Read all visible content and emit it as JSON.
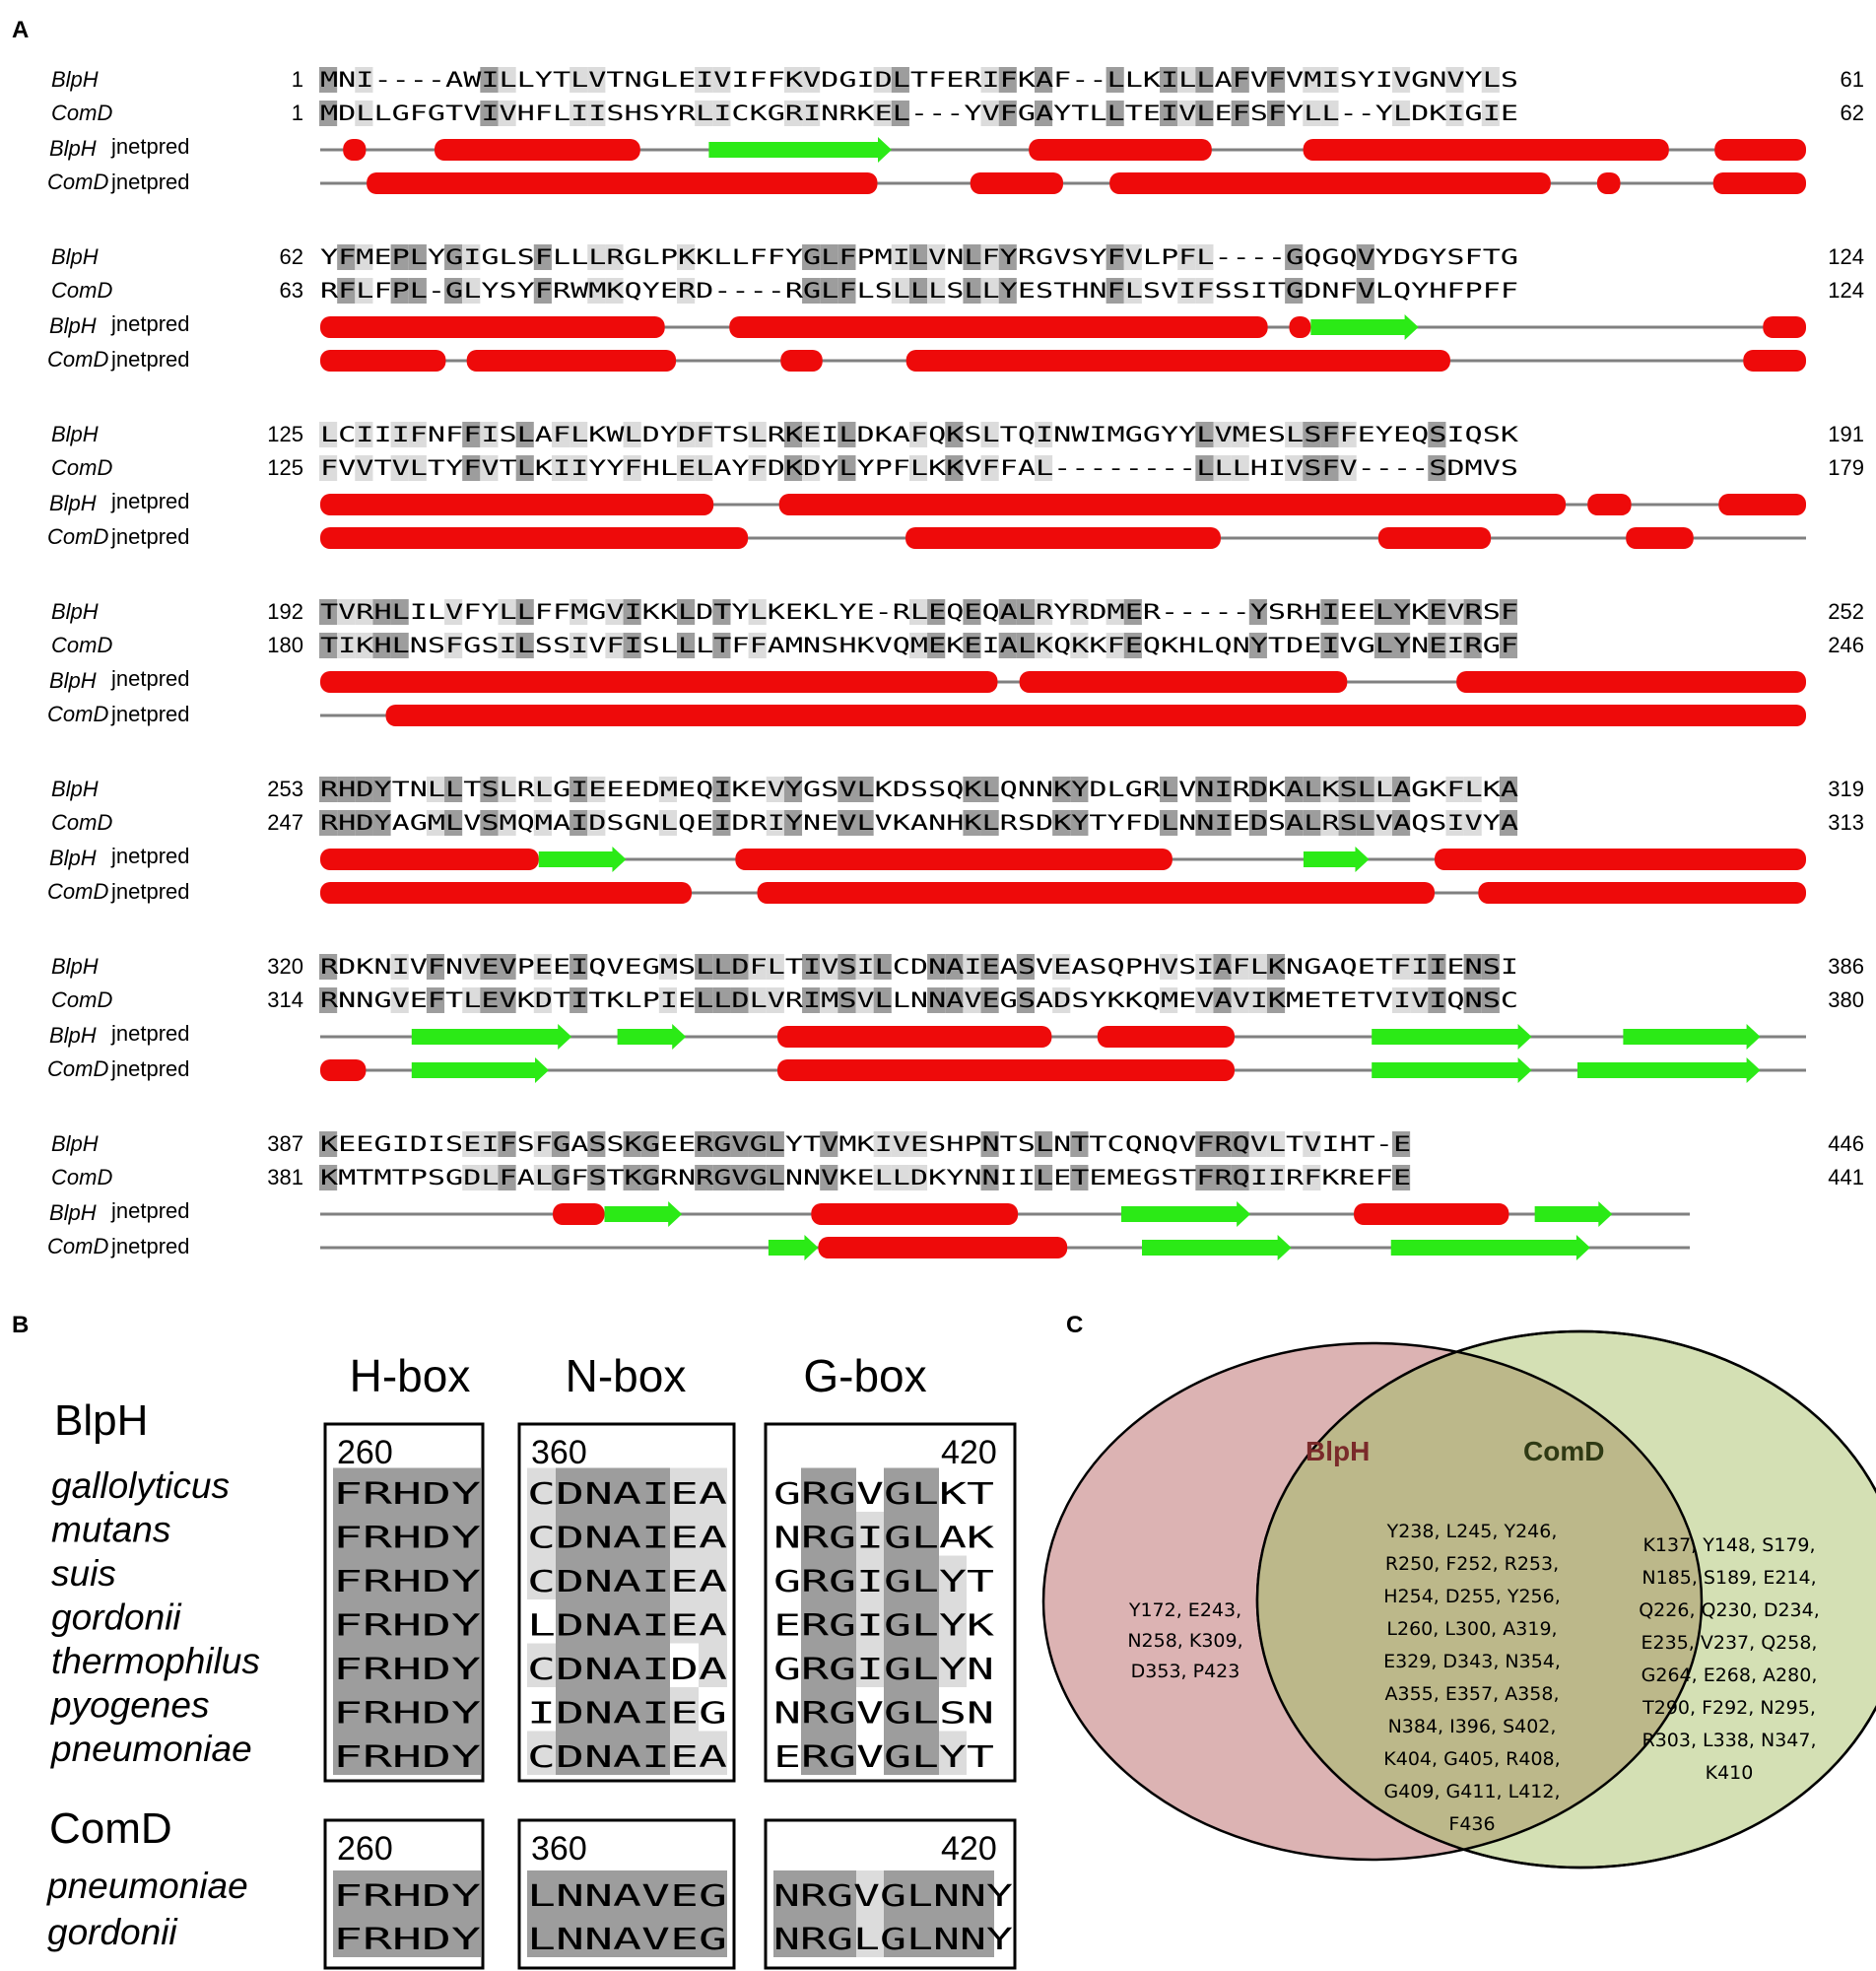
{
  "panels": {
    "a": {
      "label": "A",
      "jnet_word": "jnetpred",
      "blocks": [
        {
          "names": [
            "BlpH",
            "ComD"
          ],
          "starts": [
            "1",
            "1"
          ],
          "ends": [
            "61",
            "62"
          ],
          "seqs": [
            "MNI----AWILLYTLVTNGLEIVIFFKVDGIDLTFERIFKAF--LLKILLAFVFVMISYIVGNVYLS",
            "MDLLGFGTVIVHFLIISHSYRLICKGRINRKEL---YVFGAYTLLTEIVLEFSFYLL--YLDKIGIE"
          ],
          "blp_pred": "-H---HHHHHHHHH---EEEEEEEE------HHHHHHHH----HHHHHHHHHHHHHHHH--HHHH",
          "com_pred": "--HHHHHHHHHHHHHHHHHHHHHH----HHHH--HHHHHHHHHHHHHHHHHHH--H----HHHH"
        },
        {
          "names": [
            "BlpH",
            "ComD"
          ],
          "starts": [
            "62",
            "63"
          ],
          "ends": [
            "124",
            "124"
          ],
          "seqs": [
            "YFMEPLYGIGLSFLLLRGLPKKLLFFYGLFPMILVNLFYRGVSYFVLPFL----GQGQVYDGYSFTG",
            "RFLFPL-GLYSYFRWMKQYERD----RGLFLSLLLSLLYESTHNFLSVIFSSITGDNFVLQYHFPFF"
          ],
          "blp_pred": "HHHHHHHHHHHHHHHH---HHHHHHHHHHHHHHHHHHHHHHHHH-HEEEEE----------------HH",
          "com_pred": "HHHHHH-HHHHHHHHHH-----HH----HHHHHHHHHHHHHHHHHHHHHHHHHH--------------HHH"
        },
        {
          "names": [
            "BlpH",
            "ComD"
          ],
          "starts": [
            "125",
            "125"
          ],
          "ends": [
            "191",
            "179"
          ],
          "seqs": [
            "LCIIIFNFFISLAFLKWLDYDFTSLRKEILDKAFQKSLTQINWIMGGYYLVMESLSFFEYEQSIQSK",
            "FVVTVLTYFVTLKIIYYFHLELAYFDKDYLYPFLKKVFFAL--------LLLHIVSFV----SDMVS"
          ],
          "blp_pred": "HHHHHHHHHHHHHHHHHH---HHHHHHHHHHHHHHHHHHHHHHHHHHHHHHHHHHHH-HH----HHHH",
          "com_pred": "HHHHHHHHHHHHHHHHHHH-------HHHHHHHHHHHHHH-------HHHHH------HHH-----"
        },
        {
          "names": [
            "BlpH",
            "ComD"
          ],
          "starts": [
            "192",
            "180"
          ],
          "ends": [
            "252",
            "246"
          ],
          "seqs": [
            "TVRHLILVFYLLFFMGVIKKLDTYLKEKLYE-RLEQEQALRYRDMER-----YSRHIEELYKEVRSF",
            "TIKHLNSFGSILSSIVFISLLLTFFAMNSHKVQMEKEIALKQKKFEQKHLQNYTDEIVGLYNEIRGF"
          ],
          "blp_pred": "HHHHHHHHHHHHHHHHHHHHHHHHHHHHHHH-HHHHHHHHHHHHHHH-----HHHHHHHHHHHHHHHH",
          "com_pred": "---HHHHHHHHHHHHHHHHHHHHHHHHHHHHHHHHHHHHHHHHHHHHHHHHHHHHHHHHHHHHHHHHH"
        },
        {
          "names": [
            "BlpH",
            "ComD"
          ],
          "starts": [
            "253",
            "247"
          ],
          "ends": [
            "319",
            "313"
          ],
          "seqs": [
            "RHDYTNLLTSLRLGIEEEDMEQIKEVYGSVLKDSSQKLQNNKYDLGRLVNIRDKALKSLLAGKFLKA",
            "RHDYAGMLVSMQMAIDSGNLQEIDRIYNEVLVKANHKLRSDKYTYFDLNNIEDSALRSLVAQSIVYA"
          ],
          "blp_pred": "HHHHHHHHHHEEEE-----HHHHHHHHHHHHHHHHHHHH------EEE---HHHHHHHHHHHHHHHHH",
          "com_pred": "HHHHHHHHHHHHHHHHH---HHHHHHHHHHHHHHHHHHHHHHHHHHHHHHH--HHHHHHHHHHHHHHH"
        },
        {
          "names": [
            "BlpH",
            "ComD"
          ],
          "starts": [
            "320",
            "314"
          ],
          "ends": [
            "386",
            "380"
          ],
          "seqs": [
            "RDKNIVFNVEVPEEIQVEGMSLLDFLTIVSILCDNAIEASVEASQPHVSIAFLKNGAQETFIIENSI",
            "RNNGVEFTLEVKDTITKLPIELLDLVRIMSVLLNNAVEGSADSYKKQMEVAVIKMETETVIVIQNSC"
          ],
          "blp_pred": "----EEEEEEE--EEE----HHHHHHHHHHHH--HHHHHH------EEEEEEE----EEEEEE--",
          "com_pred": "HH--EEEEEE----------HHHHHHHHHHHHHHHHHHHH------EEEEEEE--EEEEEEEE--"
        },
        {
          "names": [
            "BlpH",
            "ComD"
          ],
          "starts": [
            "387",
            "381"
          ],
          "ends": [
            "446",
            "441"
          ],
          "seqs": [
            "KEEGIDISEIFSFGASSKGEERGVGLYTVMKIVESHPNTSLNTTCQNQVFRQVLTVIHT-E",
            "KMTMTPSGDLFALGFSTKGRNRGVGLNNVKELLDKYNNIILETEMEGSTFRQIIRFKREFE"
          ],
          "blp_pred": "---------HHEEE-----HHHHHHHH----EEEEE----HHHHHH-EEE---",
          "com_pred": "------------------EEHHHHHHHHHH---EEEEEE----EEEEEEEE----"
        }
      ]
    },
    "b": {
      "label": "B",
      "box_titles": [
        "H-box",
        "N-box",
        "G-box"
      ],
      "blph_title": "BlpH",
      "comd_title": "ComD",
      "tick_labels": [
        "260",
        "360",
        "420"
      ],
      "blph_species": [
        "gallolyticus",
        "mutans",
        "suis",
        "gordonii",
        "thermophilus",
        "pyogenes",
        "pneumoniae"
      ],
      "comd_species": [
        "pneumoniae",
        "gordonii"
      ],
      "blph_rows": [
        [
          "FRHDY",
          "CDNAIEA",
          "GRGVGLKT"
        ],
        [
          "FRHDY",
          "CDNAIEA",
          "NRGIGLAK"
        ],
        [
          "FRHDY",
          "CDNAIEA",
          "GRGIGLYT"
        ],
        [
          "FRHDY",
          "LDNAIEA",
          "ERGIGLYK"
        ],
        [
          "FRHDY",
          "CDNAIDA",
          "GRGIGLYN"
        ],
        [
          "FRHDY",
          "IDNAIEG",
          "NRGVGLSN"
        ],
        [
          "FRHDY",
          "CDNAIEA",
          "ERGVGLYT"
        ]
      ],
      "comd_rows": [
        [
          "FRHDY",
          "LNNAVEG",
          "NRGVGLNNY"
        ],
        [
          "FRHDY",
          "LNNAVEG",
          "NRGLGLNNY"
        ]
      ]
    },
    "c": {
      "label": "C",
      "left_title": "BlpH",
      "right_title": "ComD",
      "left_only": [
        "Y172, E243,",
        "N258, K309,",
        "D353, P423"
      ],
      "shared": [
        "Y238, L245, Y246,",
        "R250, F252, R253,",
        "H254, D255, Y256,",
        "L260, L300, A319,",
        "E329, D343, N354,",
        "A355, E357, A358,",
        "N384, I396, S402,",
        "K404, G405, R408,",
        "G409, G411, L412,",
        "F436"
      ],
      "right_only": [
        "K137, Y148, S179,",
        "N185, S189, E214,",
        "Q226, Q230, D234,",
        "E235, V237, Q258,",
        "G264, E268, A280,",
        "T290, F292, N295,",
        "R303, L338, N347,",
        "K410"
      ],
      "colors": {
        "left_fill": "#dcb3b3",
        "right_fill": "#d4e0b4",
        "overlap_fill": "#bcb88a"
      }
    }
  }
}
